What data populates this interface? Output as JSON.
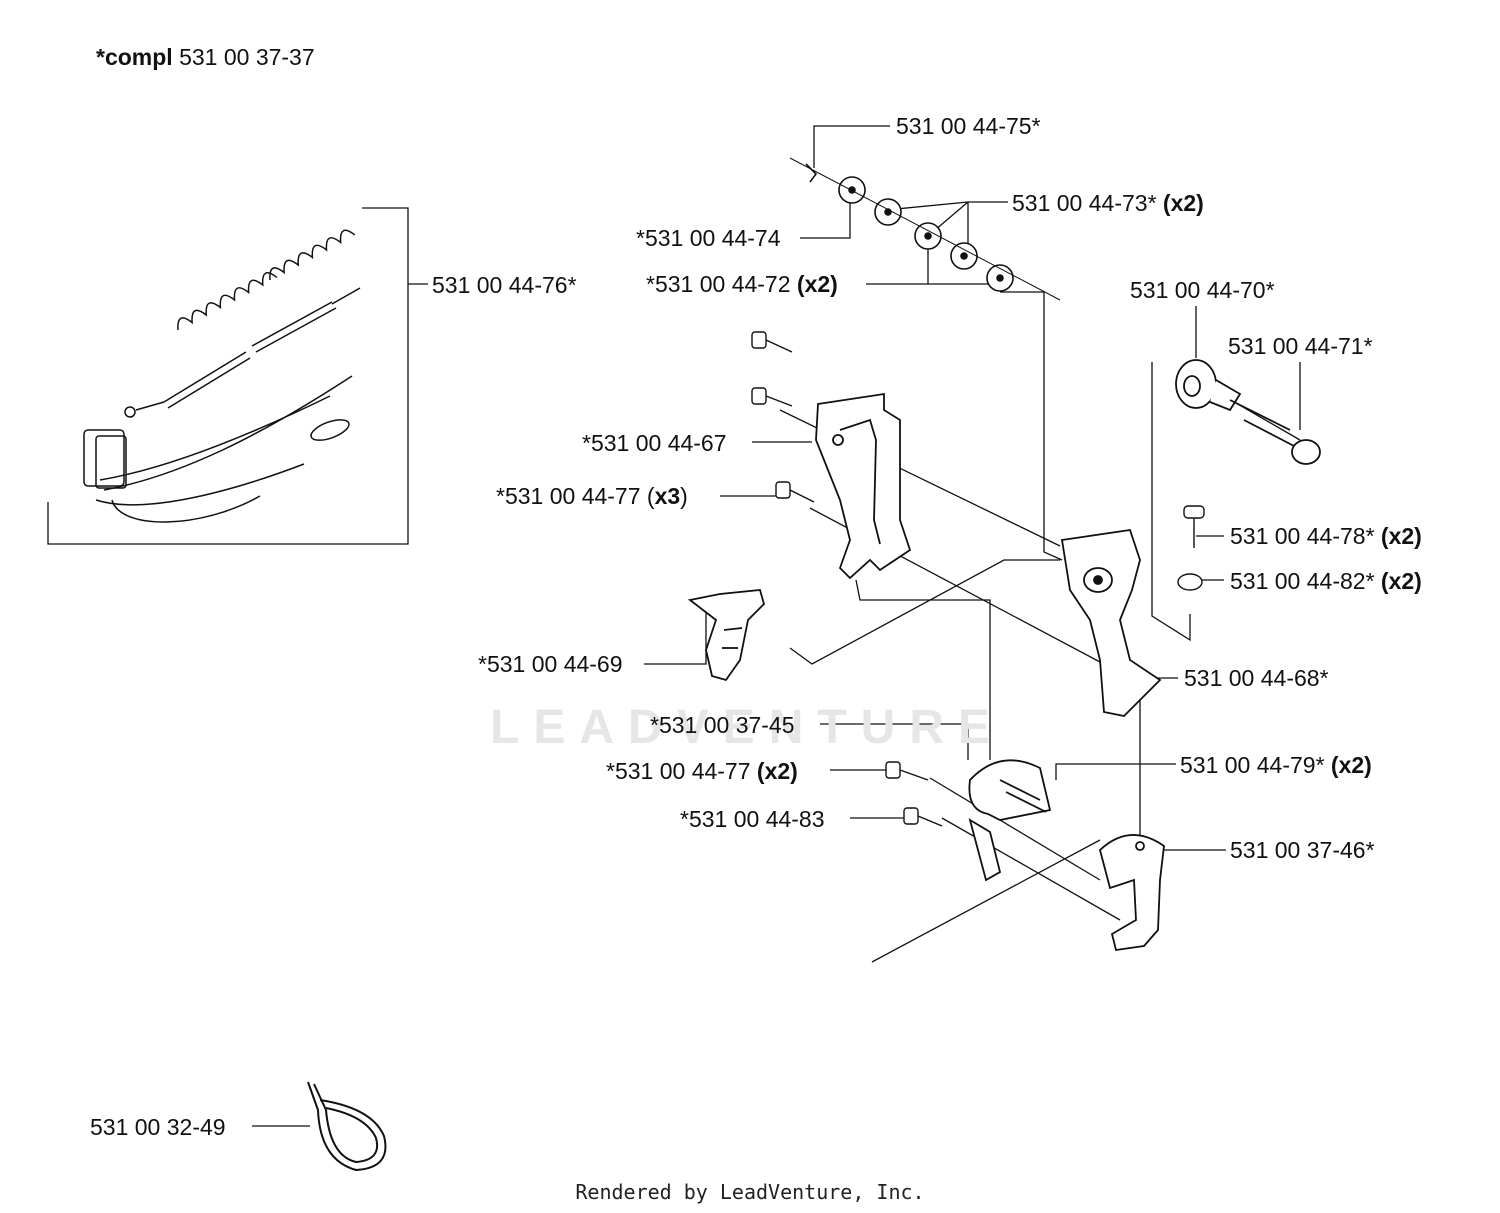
{
  "header": {
    "prefix": "*compl",
    "part": "531 00 37-37"
  },
  "callouts": [
    {
      "id": "p7676",
      "text": "531 00 44-76*",
      "qty": ""
    },
    {
      "id": "p7575",
      "text": "531 00 44-75*",
      "qty": ""
    },
    {
      "id": "p7373",
      "text": "531 00 44-73*",
      "qty": "(x2)"
    },
    {
      "id": "p7474",
      "text": "*531 00 44-74",
      "qty": ""
    },
    {
      "id": "p7272",
      "text": "*531 00 44-72",
      "qty": "(x2)"
    },
    {
      "id": "p7070",
      "text": "531 00 44-70*",
      "qty": ""
    },
    {
      "id": "p7171",
      "text": "531 00 44-71*",
      "qty": ""
    },
    {
      "id": "p6767",
      "text": "*531 00 44-67",
      "qty": ""
    },
    {
      "id": "p7777a",
      "text": "*531 00 44-77 (",
      "qty": "x3",
      "suffix": ")"
    },
    {
      "id": "p7878",
      "text": "531 00 44-78*",
      "qty": "(x2)"
    },
    {
      "id": "p8282",
      "text": "531 00 44-82*",
      "qty": "(x2)"
    },
    {
      "id": "p6969",
      "text": "*531 00 44-69",
      "qty": ""
    },
    {
      "id": "p6868",
      "text": "531 00 44-68*",
      "qty": ""
    },
    {
      "id": "p3745",
      "text": "*531 00 37-45",
      "qty": ""
    },
    {
      "id": "p7777b",
      "text": "*531 00 44-77",
      "qty": "(x2)"
    },
    {
      "id": "p7979",
      "text": "531 00 44-79*",
      "qty": "(x2)"
    },
    {
      "id": "p8383",
      "text": "*531 00 44-83",
      "qty": ""
    },
    {
      "id": "p3746",
      "text": "531 00 37-46*",
      "qty": ""
    },
    {
      "id": "p3249",
      "text": "531 00 32-49",
      "qty": ""
    }
  ],
  "watermark": "LEADVENTURE",
  "footer": "Rendered by LeadVenture, Inc."
}
